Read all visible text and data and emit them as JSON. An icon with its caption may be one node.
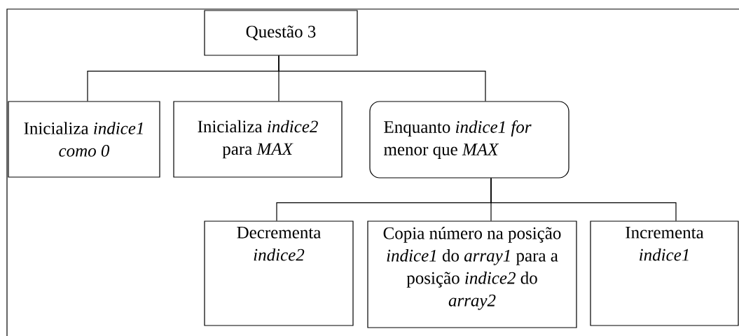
{
  "diagram": {
    "nodes": [
      {
        "text": [
          "Questão 3"
        ]
      },
      {
        "text": [
          "Inicializa *indice1 como 0*"
        ]
      },
      {
        "text": [
          "Inicializa *indice2* para *MAX*"
        ]
      },
      {
        "text": [
          "Enquanto *indice1 for* menor que *MAX*"
        ]
      },
      {
        "text": [
          "Decrementa *indice2*"
        ]
      },
      {
        "text": [
          "Copia número na posição *indice1* do *array1* para a posição *indice2* do *array2*"
        ]
      },
      {
        "text": [
          "Incrementa *indice1*"
        ]
      }
    ],
    "edges": [
      {
        "from": 0,
        "to": 1,
        "arrow": "none"
      },
      {
        "from": 0,
        "to": 2,
        "arrow": "none"
      },
      {
        "from": 0,
        "to": 3,
        "arrow": "none"
      },
      {
        "from": 3,
        "to": 4,
        "arrow": "none"
      },
      {
        "from": 3,
        "to": 5,
        "arrow": "none"
      },
      {
        "from": 3,
        "to": 6,
        "arrow": "none"
      }
    ]
  }
}
